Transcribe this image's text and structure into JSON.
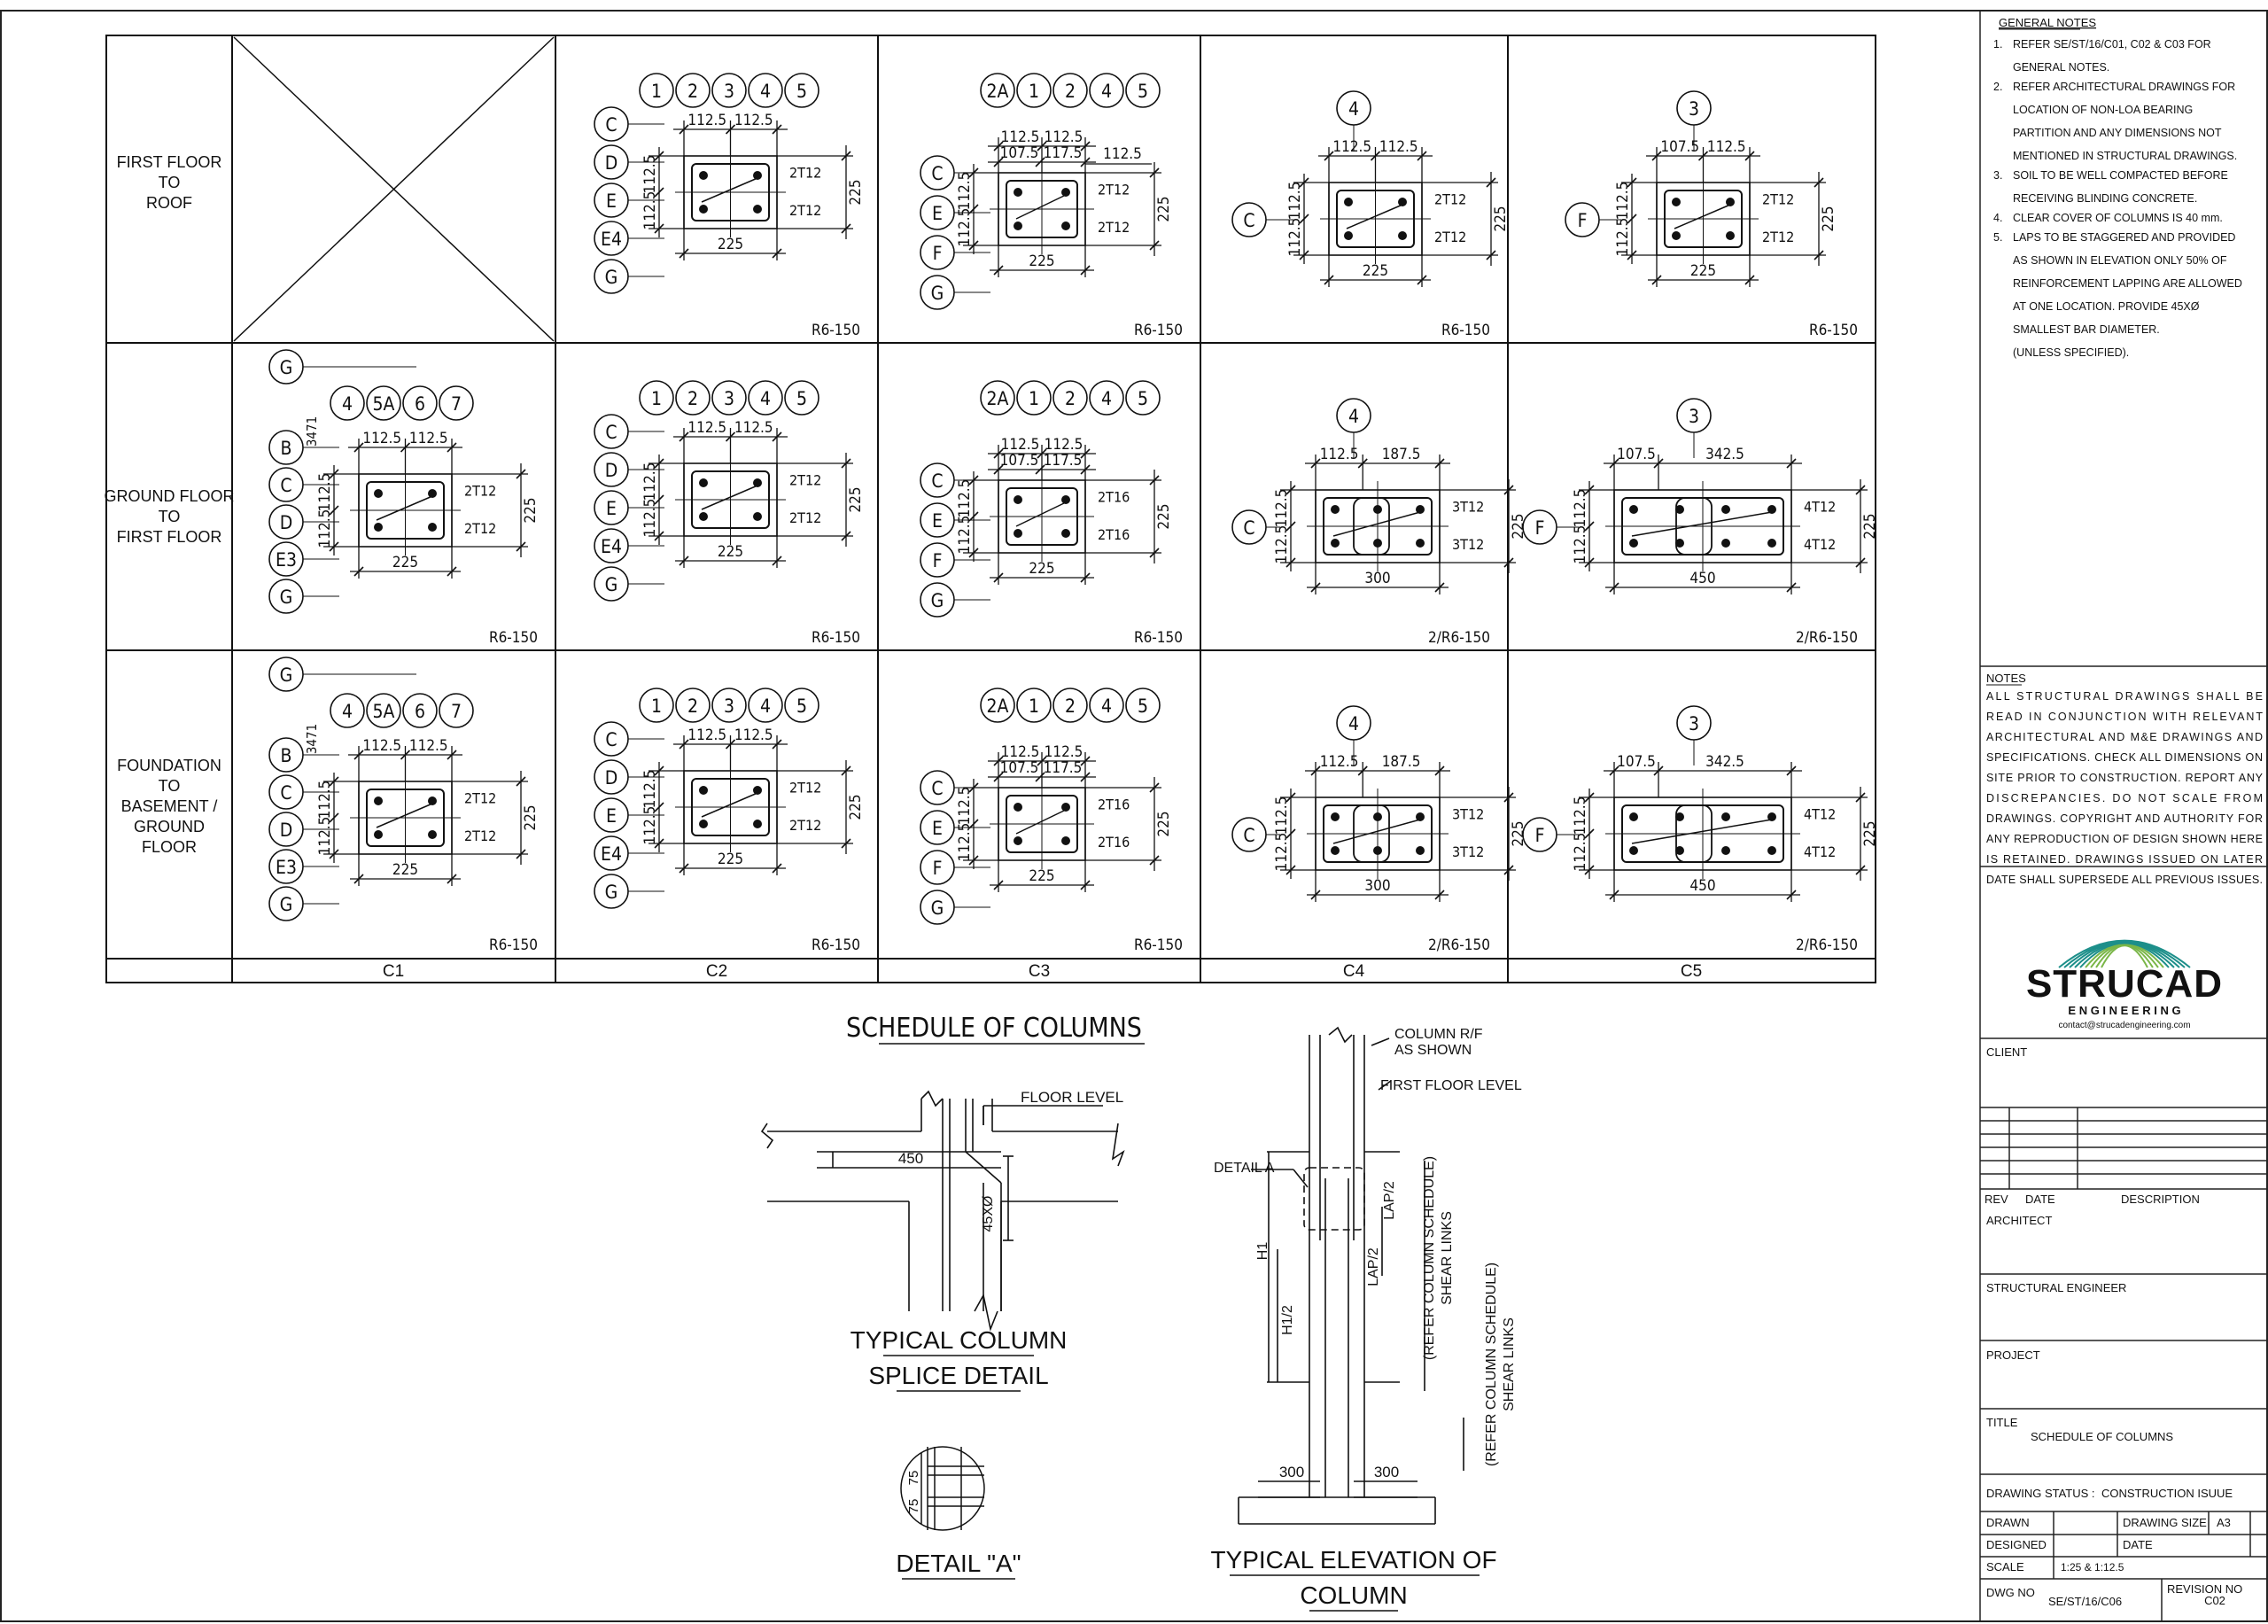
{
  "rows": [
    {
      "lines": [
        "FIRST FLOOR",
        "TO",
        "ROOF"
      ]
    },
    {
      "lines": [
        "GROUND FLOOR",
        "TO",
        "FIRST FLOOR"
      ]
    },
    {
      "lines": [
        "FOUNDATION",
        "TO",
        "BASEMENT /",
        "GROUND",
        "FLOOR"
      ]
    }
  ],
  "columns": [
    "C1",
    "C2",
    "C3",
    "C4",
    "C5"
  ],
  "sections": {
    "c1": {
      "grids_top": [
        "4",
        "5A",
        "6",
        "7"
      ],
      "grid_g": "G",
      "grids_left": [
        "B",
        "C",
        "D",
        "E3",
        "G"
      ],
      "dim_top": [
        "112.5",
        "112.5"
      ],
      "dim_left": [
        "112.5",
        "112.5"
      ],
      "dim_bottom": "225",
      "dim_right": "225",
      "bars": [
        "2T12",
        "2T12"
      ],
      "links": "R6-150",
      "offset": "3471"
    },
    "c2": {
      "grids_top": [
        "1",
        "2",
        "3",
        "4",
        "5"
      ],
      "grids_left": [
        "C",
        "D",
        "E",
        "E4",
        "G"
      ],
      "dim_top": [
        "112.5",
        "112.5"
      ],
      "dim_left": [
        "112.5",
        "112.5"
      ],
      "dim_bottom": "225",
      "dim_right": "225",
      "bars": [
        "2T12",
        "2T12"
      ],
      "links": "R6-150"
    },
    "c3_upper": {
      "grids_top": [
        "2A",
        "1",
        "2",
        "4",
        "5"
      ],
      "grids_left": [
        "C",
        "E",
        "F",
        "G"
      ],
      "dim_top": [
        "112.5",
        "112.5"
      ],
      "dim_top2": [
        "107.5",
        "117.5"
      ],
      "dim_extra": "112.5",
      "dim_left": [
        "112.5",
        "112.5"
      ],
      "dim_bottom": "225",
      "dim_right": "225",
      "bars": [
        "2T12",
        "2T12"
      ],
      "links": "R6-150"
    },
    "c3_lower": {
      "grids_top": [
        "2A",
        "1",
        "2",
        "4",
        "5"
      ],
      "grids_left": [
        "C",
        "E",
        "F",
        "G"
      ],
      "dim_top": [
        "112.5",
        "112.5"
      ],
      "dim_top2": [
        "107.5",
        "117.5"
      ],
      "dim_left": [
        "112.5",
        "112.5"
      ],
      "dim_bottom": "225",
      "dim_right": "225",
      "bars": [
        "2T16",
        "2T16"
      ],
      "links": "R6-150"
    },
    "c4_upper": {
      "grid_top": "4",
      "grid_left": "C",
      "dim_top": [
        "112.5",
        "112.5"
      ],
      "dim_left": [
        "112.5",
        "112.5"
      ],
      "dim_bottom": "225",
      "dim_right": "225",
      "bars": [
        "2T12",
        "2T12"
      ],
      "links": "R6-150"
    },
    "c4_lower": {
      "grid_top": "4",
      "grid_left": "C",
      "dim_top": [
        "112.5",
        "187.5"
      ],
      "dim_left": [
        "112.5",
        "112.5"
      ],
      "dim_bottom": "300",
      "dim_right": "225",
      "bars": [
        "3T12",
        "3T12"
      ],
      "links": "2/R6-150"
    },
    "c5_upper": {
      "grid_top": "3",
      "grid_left": "F",
      "dim_top": [
        "107.5",
        "112.5"
      ],
      "dim_left": [
        "112.5",
        "112.5"
      ],
      "dim_bottom": "225",
      "dim_right": "225",
      "bars": [
        "2T12",
        "2T12"
      ],
      "links": "R6-150"
    },
    "c5_lower": {
      "grid_top": "3",
      "grid_left": "F",
      "dim_top": [
        "107.5",
        "342.5"
      ],
      "dim_left": [
        "112.5",
        "112.5"
      ],
      "dim_bottom": "450",
      "dim_right": "225",
      "bars": [
        "4T12",
        "4T12"
      ],
      "links": "2/R6-150"
    }
  },
  "titles": {
    "schedule": "SCHEDULE OF COLUMNS",
    "splice": [
      "TYPICAL COLUMN",
      "SPLICE DETAIL"
    ],
    "detail_a": "DETAIL \"A\"",
    "elevation": [
      "TYPICAL ELEVATION OF",
      "COLUMN"
    ]
  },
  "splice": {
    "floor_level": "FLOOR LEVEL",
    "dim": "450",
    "lap": "45XØ"
  },
  "detail_a": {
    "dims": [
      "75",
      "75"
    ]
  },
  "elevation": {
    "column_rf": [
      "COLUMN R/F",
      "AS SHOWN"
    ],
    "first_floor_level": "FIRST FLOOR LEVEL",
    "detail_a": "DETAIL A",
    "h1": "H1",
    "h1_half": "H1/2",
    "lap_half": "LAP/2",
    "shear_links": [
      "(REFER COLUMN SCHEDULE)",
      "SHEAR LINKS"
    ],
    "base_dims": [
      "300",
      "300"
    ]
  },
  "general_notes": {
    "heading": "GENERAL NOTES",
    "items": [
      {
        "num": "1.",
        "lines": [
          "REFER SE/ST/16/C01, C02 & C03 FOR",
          "GENERAL NOTES."
        ]
      },
      {
        "num": "2.",
        "lines": [
          "REFER ARCHITECTURAL DRAWINGS FOR",
          "LOCATION OF NON-LOA BEARING",
          "PARTITION  AND ANY DIMENSIONS NOT",
          "MENTIONED IN   STRUCTURAL DRAWINGS."
        ]
      },
      {
        "num": "3.",
        "lines": [
          "SOIL TO BE WELL COMPACTED BEFORE",
          "RECEIVING BLINDING CONCRETE."
        ]
      },
      {
        "num": "4.",
        "lines": [
          "CLEAR COVER OF COLUMNS IS 40 mm."
        ]
      },
      {
        "num": "5.",
        "lines": [
          "LAPS TO BE STAGGERED AND PROVIDED",
          "AS  SHOWN IN ELEVATION ONLY 50% OF",
          "REINFORCEMENT LAPPING ARE ALLOWED",
          "AT ONE LOCATION. PROVIDE 45XØ",
          "SMALLEST BAR DIAMETER.",
          "(UNLESS SPECIFIED)."
        ]
      }
    ]
  },
  "notes": {
    "heading": "NOTES",
    "lines": [
      "ALL  STRUCTURAL  DRAWINGS  SHALL  BE",
      "READ  IN  CONJUNCTION  WITH  RELEVANT",
      "ARCHITECTURAL  AND  M&E  DRAWINGS  AND",
      "SPECIFICATIONS.  CHECK ALL DIMENSIONS ON",
      "SITE PRIOR TO CONSTRUCTION. REPORT ANY",
      "DISCREPANCIES.  DO  NOT  SCALE  FROM",
      "DRAWINGS. COPYRIGHT AND AUTHORITY FOR",
      "ANY REPRODUCTION OF DESIGN SHOWN HERE",
      "IS RETAINED.  DRAWINGS ISSUED ON LATER",
      "DATE SHALL SUPERSEDE ALL PREVIOUS ISSUES."
    ]
  },
  "logo": {
    "name": "STRUCAD",
    "sub": "E N G I N E E R I N G",
    "email": "contact@strucadengineering.com",
    "colors": {
      "green": "#7ab648",
      "teal": "#1d8f8a",
      "dark": "#111111"
    }
  },
  "title_block": {
    "client": "CLIENT",
    "rev": "REV",
    "date": "DATE",
    "description": "DESCRIPTION",
    "architect": "ARCHITECT",
    "structural_engineer": "STRUCTURAL ENGINEER",
    "project": "PROJECT",
    "title_label": "TITLE",
    "title_value": "SCHEDULE OF COLUMNS",
    "status_label": "DRAWING STATUS :",
    "status_value": "CONSTRUCTION ISUUE",
    "drawn": "DRAWN",
    "drawing_size_label": "DRAWING SIZE",
    "drawing_size_value": "A3",
    "designed": "DESIGNED",
    "date_label": "DATE",
    "scale_label": "SCALE",
    "scale_value": "1:25 & 1:12.5",
    "dwg_no_label": "DWG NO",
    "dwg_no_value": "SE/ST/16/C06",
    "revision_label": "REVISION NO",
    "revision_value": "C02"
  }
}
